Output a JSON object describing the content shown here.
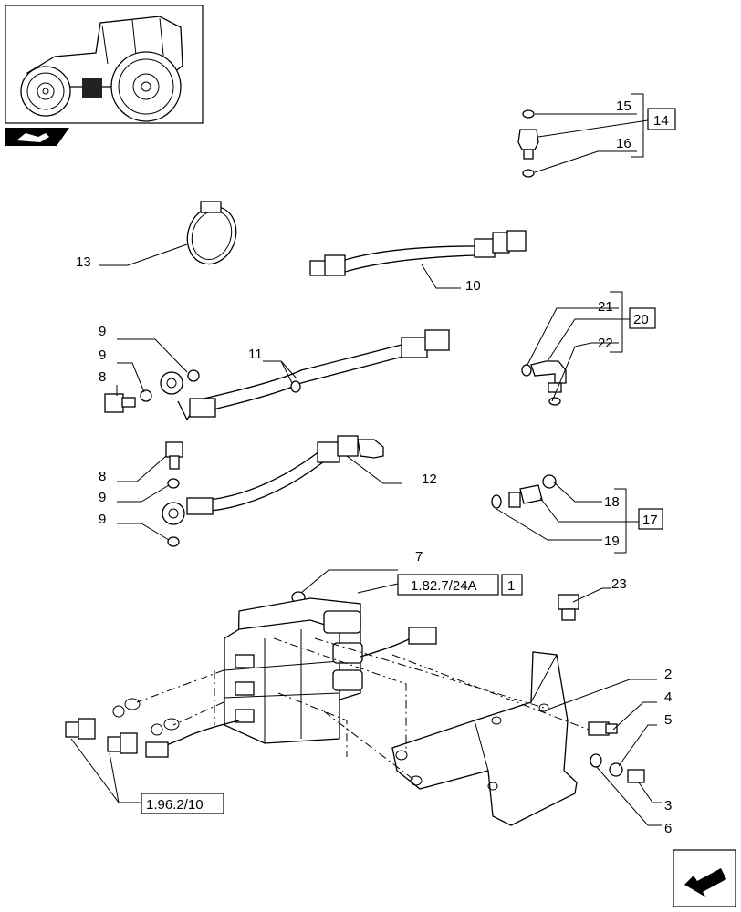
{
  "callouts": {
    "c15": "15",
    "c14": "14",
    "c16": "16",
    "c13": "13",
    "c10": "10",
    "c21": "21",
    "c20": "20",
    "c22": "22",
    "c9a": "9",
    "c9b": "9",
    "c11": "11",
    "c8a": "8",
    "c8b": "8",
    "c9c": "9",
    "c12": "12",
    "c18": "18",
    "c17": "17",
    "c9d": "9",
    "c19": "19",
    "c7": "7",
    "c23": "23",
    "c1": "1",
    "c2": "2",
    "c4": "4",
    "c5": "5",
    "c3": "3",
    "c6": "6"
  },
  "references": {
    "ref_valve": "1.82.7/24A",
    "ref_couplers": "1.96.2/10"
  },
  "icons": {
    "thumbnail": "tractor-thumbnail-icon",
    "section": "section-marker-icon",
    "navigation": "next-page-arrow-icon"
  }
}
